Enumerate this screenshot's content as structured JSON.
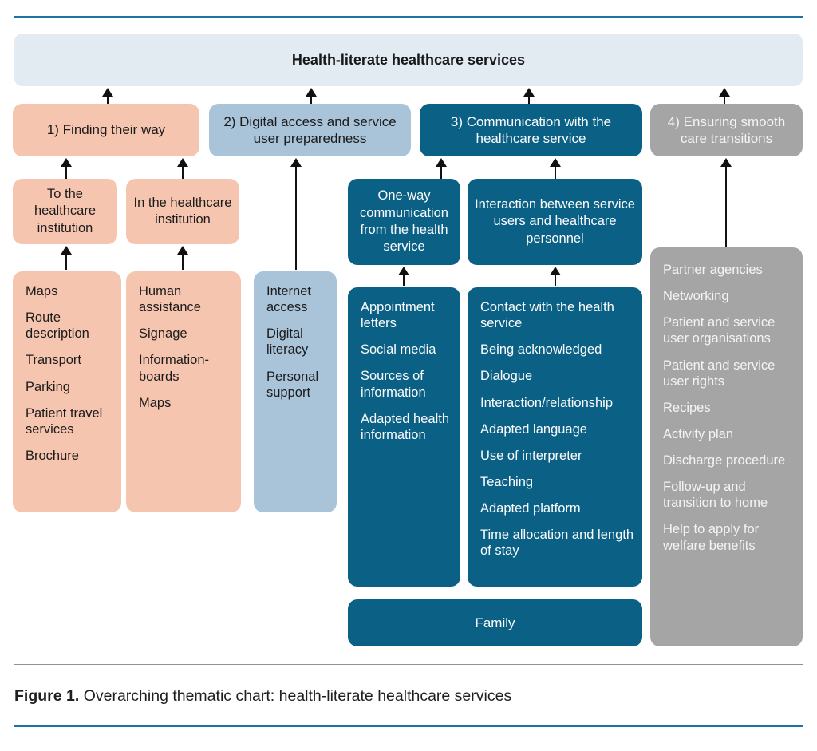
{
  "banner": {
    "title": "Health-literate healthcare services"
  },
  "headers": {
    "finding": "1) Finding their way",
    "digital": "2) Digital access and service user preparedness",
    "communication": "3) Communication with the healthcare service",
    "transitions": "4) Ensuring smooth care transitions"
  },
  "subheaders": {
    "to_institution": "To the healthcare institution",
    "in_institution": "In the healthcare institution",
    "one_way": "One-way communication from the health service",
    "interaction": "Interaction between service users and healthcare personnel"
  },
  "lists": {
    "to_institution": [
      "Maps",
      "Route description",
      "Transport",
      "Parking",
      "Patient travel services",
      "Brochure"
    ],
    "in_institution": [
      "Human assistance",
      "Signage",
      "Information-boards",
      "Maps"
    ],
    "digital": [
      "Internet access",
      "Digital literacy",
      "Personal support"
    ],
    "one_way": [
      "Appointment letters",
      "Social media",
      "Sources of information",
      "Adapted health information"
    ],
    "interaction": [
      "Contact with the health service",
      "Being acknowledged",
      "Dialogue",
      "Interaction/relationship",
      "Adapted language",
      "Use of interpreter",
      "Teaching",
      "Adapted platform",
      "Time allocation and length of stay"
    ],
    "transitions": [
      "Partner agencies",
      "Networking",
      "Patient and service user organisations",
      "Patient and service user rights",
      "Recipes",
      "Activity plan",
      "Discharge procedure",
      "Follow-up and transition to home",
      "Help to apply for welfare benefits"
    ]
  },
  "family": {
    "label": "Family"
  },
  "caption": {
    "label": "Figure 1.",
    "text": " Overarching thematic chart: health-literate healthcare services"
  },
  "colors": {
    "salmon": "#f6c5af",
    "light_blue": "#a9c3d9",
    "dark_teal": "#0a6085",
    "gray": "#a5a5a5",
    "banner_bg": "#e2eaf2",
    "rule_teal": "#1e73a2",
    "rule_gray": "#8f9399",
    "arrow_black": "#111111"
  }
}
